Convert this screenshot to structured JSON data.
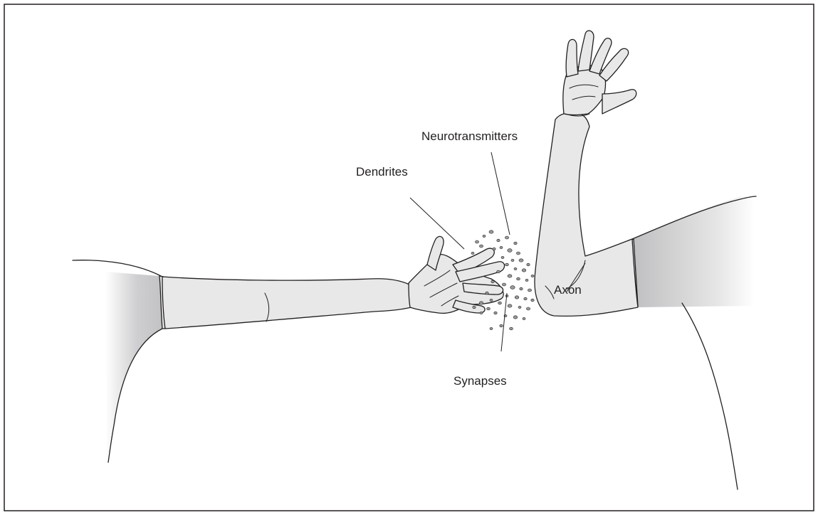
{
  "labels": {
    "neurotransmitters": "Neurotransmitters",
    "dendrites": "Dendrites",
    "axon": "Axon",
    "synapses": "Synapses"
  },
  "colors": {
    "skin": "#e8e8e9",
    "outline": "#231f20",
    "particles": "#9a9a9c"
  }
}
